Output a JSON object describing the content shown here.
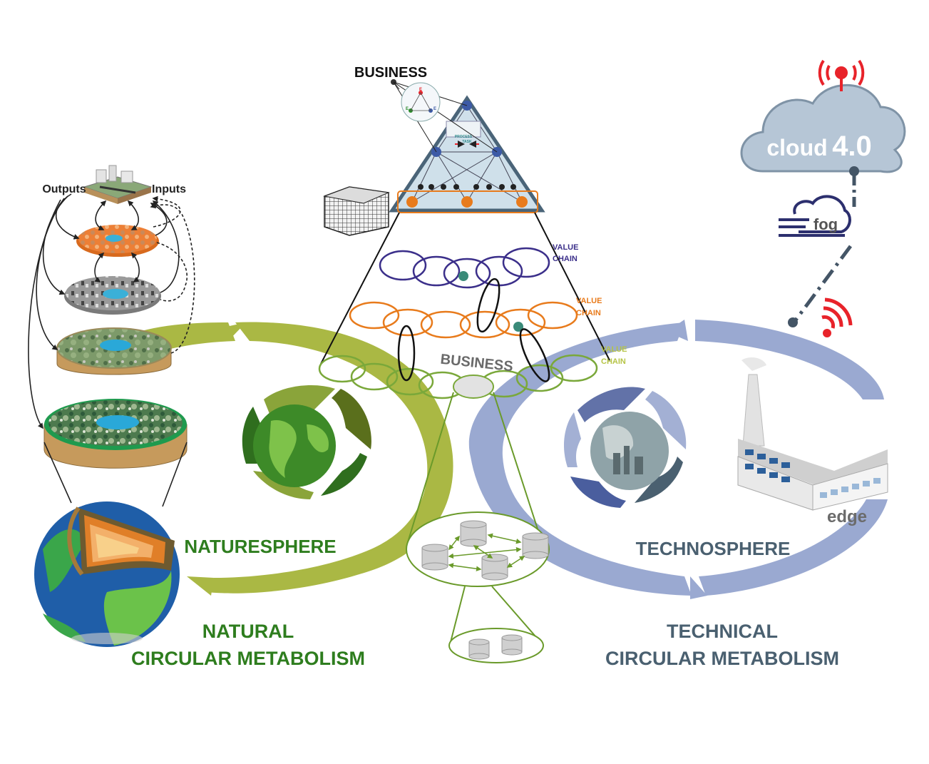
{
  "labels": {
    "business_top": "BUSINESS",
    "business_mid": "BUSINESS",
    "outputs": "Outputs",
    "inputs": "Inputs",
    "value_chain_1": [
      "VALUE",
      "CHAIN"
    ],
    "value_chain_2": [
      "VALUE",
      "CHAIN"
    ],
    "value_chain_3": [
      "VALUE",
      "CHAIN"
    ],
    "cloud_word": "cloud",
    "cloud_version": "4.0",
    "fog": "fog",
    "edge": "edge",
    "naturesphere": "NATURESPHERE",
    "technosphere": "TECHNOSPHERE",
    "natural_line1": "NATURAL",
    "natural_line2": "CIRCULAR METABOLISM",
    "technical_line1": "TECHNICAL",
    "technical_line2": "CIRCULAR METABOLISM",
    "process_task": [
      "PROCESS",
      "TASK"
    ],
    "triad_letters": [
      "E",
      "E",
      "E"
    ]
  },
  "colors": {
    "nature_green": "#aab844",
    "nature_text": "#2e7d1e",
    "tech_blue": "#9aa9d1",
    "tech_text": "#4a6070",
    "chain_purple": "#3b2f8a",
    "chain_orange": "#e87b1c",
    "chain_green": "#7aa83a",
    "signal_red": "#e8232a",
    "cloud_fill": "#b6c6d6",
    "fog_navy": "#2c2f6e"
  }
}
